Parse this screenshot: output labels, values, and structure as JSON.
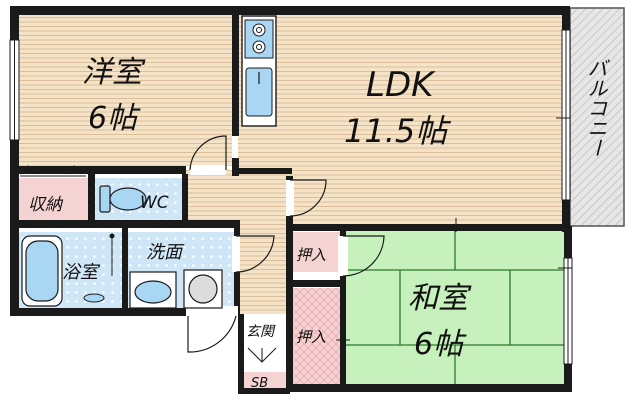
{
  "rooms": {
    "western_room": {
      "name": "洋室",
      "size": "6帖"
    },
    "ldk": {
      "name": "LDK",
      "size": "11.5帖"
    },
    "japanese_room": {
      "name": "和室",
      "size": "6帖"
    },
    "storage": {
      "name": "収納"
    },
    "wc": {
      "name": "WC"
    },
    "bath": {
      "name": "浴室"
    },
    "washroom": {
      "name": "洗面"
    },
    "closet_upper": {
      "name": "押入"
    },
    "closet_lower": {
      "name": "押入"
    },
    "entrance": {
      "name": "玄関"
    },
    "shoe_box": {
      "name": "SB"
    },
    "balcony": {
      "name": "バルコニー"
    }
  },
  "colors": {
    "wall": "#1a1a1a",
    "wood_floor": "#f5e3c8",
    "wood_line": "#d9bb95",
    "tatami": "#c6f0bc",
    "tatami_line": "#2b7a2b",
    "wet_area": "#cfe6f7",
    "wet_tile": "#ffffff",
    "fixture": "#a9d6f3",
    "pink_floor": "#f6d3d3",
    "balcony": "#e3e3e3"
  }
}
